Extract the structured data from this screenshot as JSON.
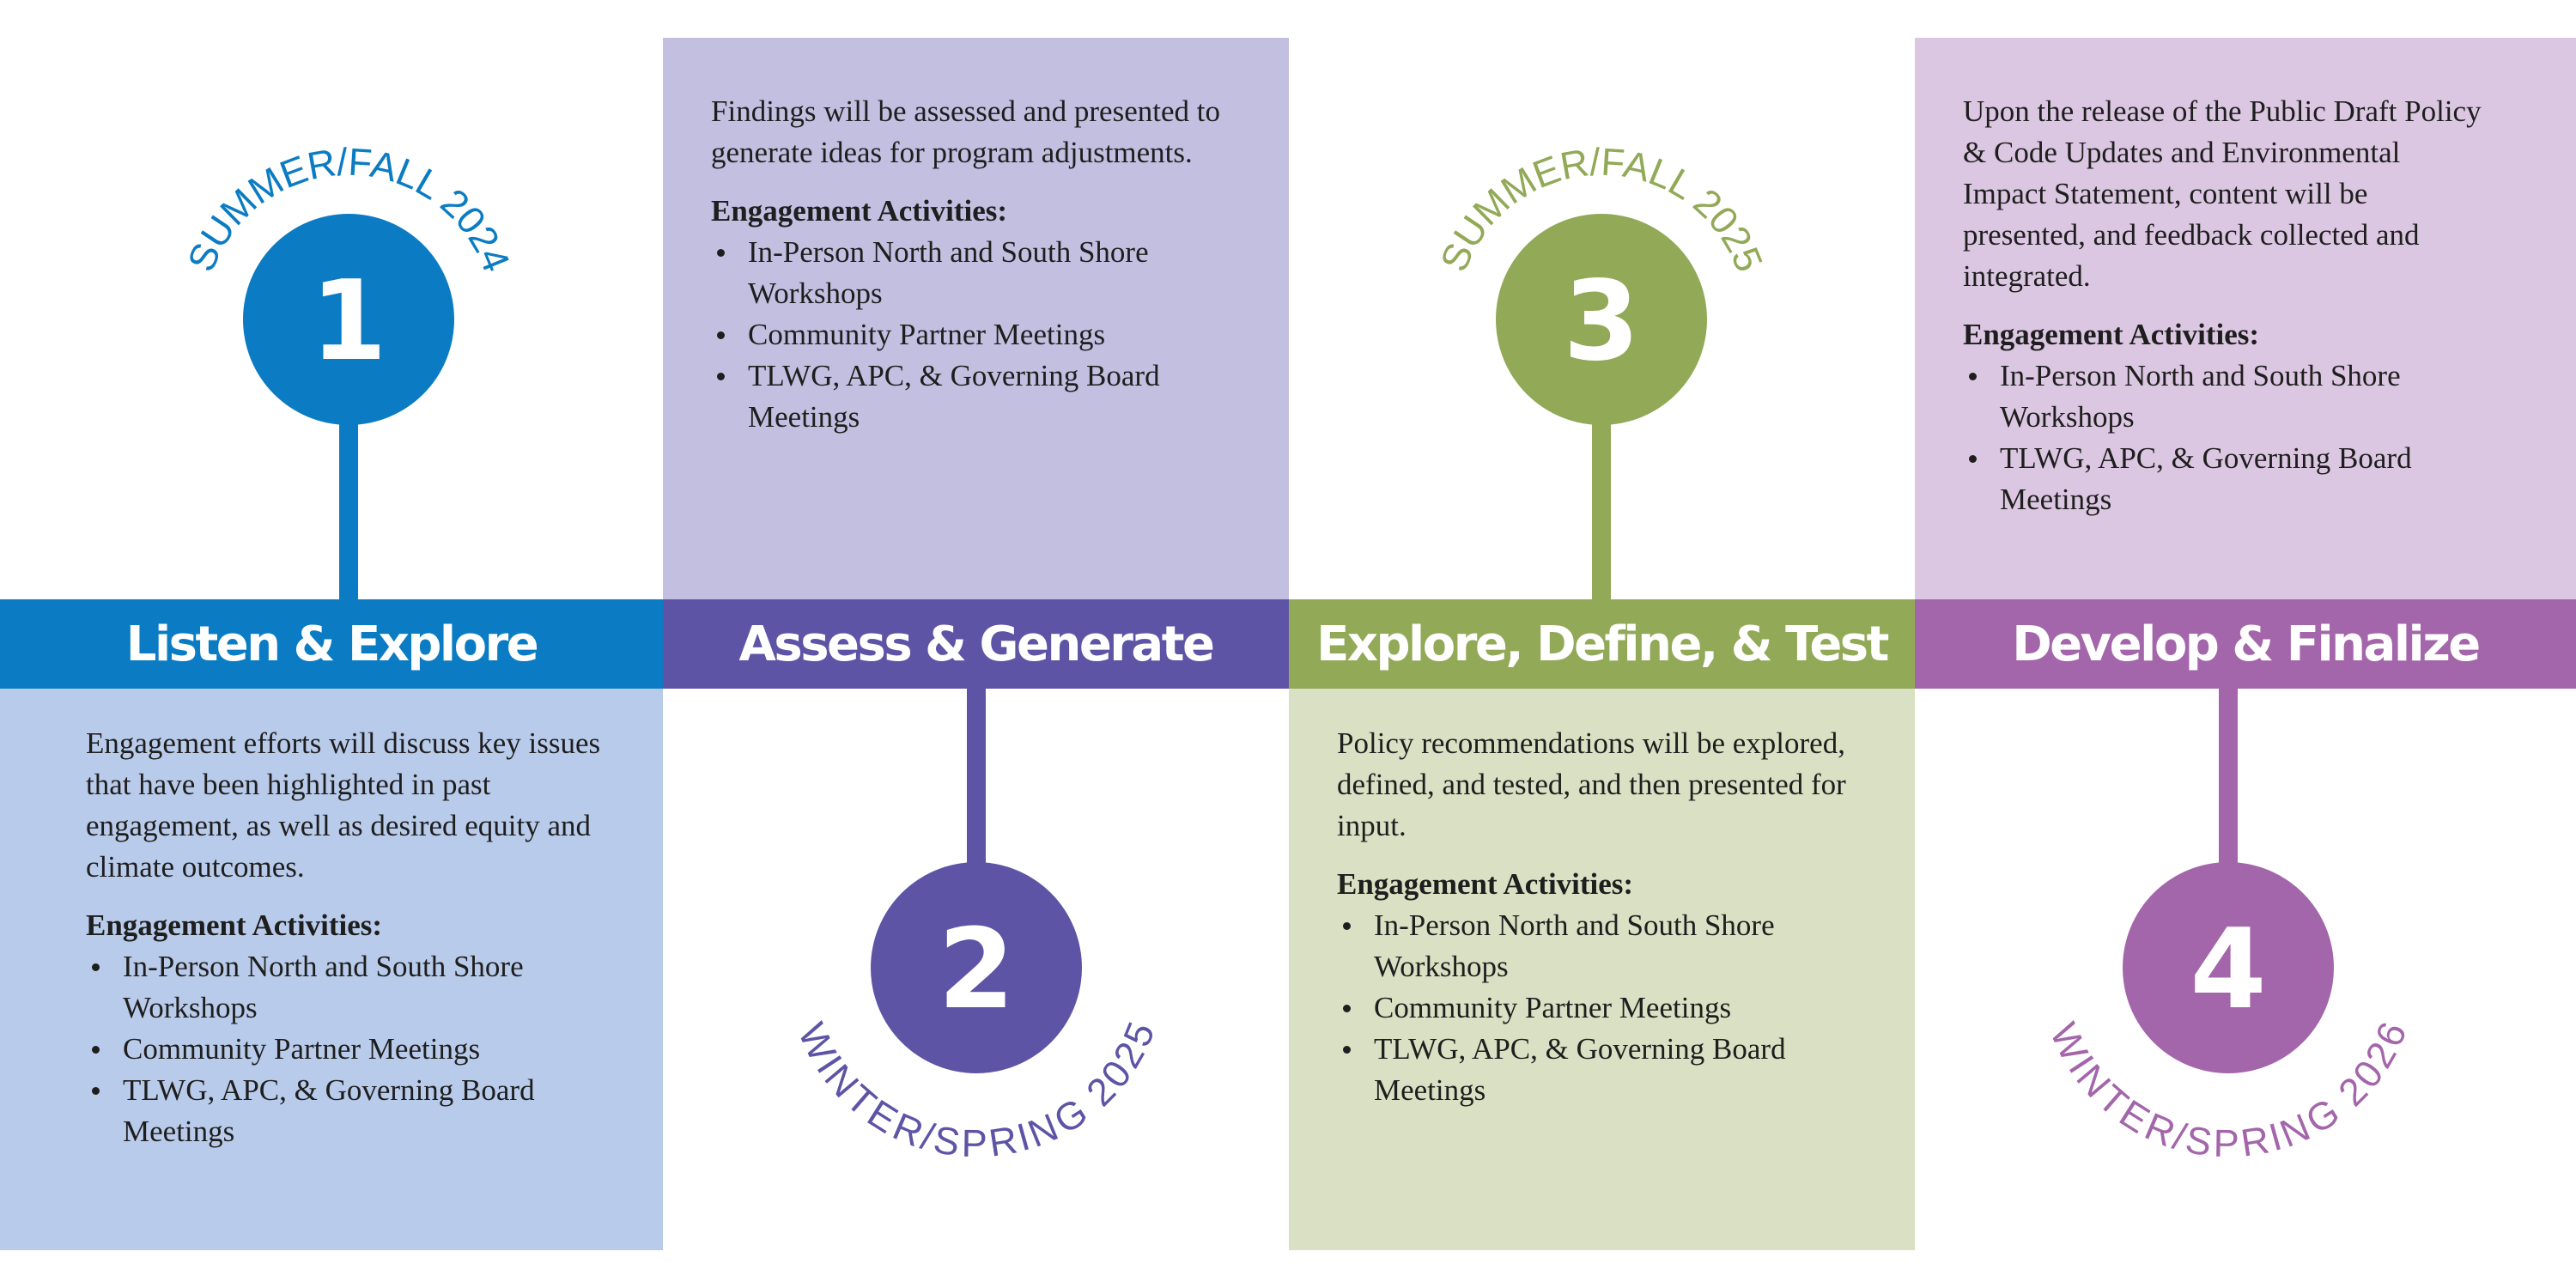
{
  "colors": {
    "phase1": "#0b7cc3",
    "phase1_panel": "#b9cbea",
    "phase2": "#5e54a6",
    "phase2_panel": "#c2bfe0",
    "phase3": "#92a957",
    "phase3_panel": "#dae0c3",
    "phase4": "#a466aa",
    "phase4_panel": "#dcc7e2",
    "text": "#1e1e1e"
  },
  "phases": [
    {
      "number": "1",
      "title": "Listen & Explore",
      "timeframe": "SUMMER/FALL 2024",
      "description": "Engagement efforts will discuss key issues that have been highlighted in past engagement, as well as desired equity and climate outcomes.",
      "activities_heading": "Engagement Activities:",
      "activities": [
        "In-Person North and South Shore Workshops",
        "Community Partner Meetings",
        "TLWG, APC, & Governing Board Meetings"
      ]
    },
    {
      "number": "2",
      "title": "Assess & Generate",
      "timeframe": "WINTER/SPRING 2025",
      "description": "Findings will be assessed and presented to generate ideas for program adjustments.",
      "activities_heading": "Engagement Activities:",
      "activities": [
        "In-Person North and South Shore Workshops",
        "Community Partner Meetings",
        "TLWG, APC, & Governing Board Meetings"
      ]
    },
    {
      "number": "3",
      "title": "Explore, Define, & Test",
      "timeframe": "SUMMER/FALL 2025",
      "description": "Policy recommendations will be explored, defined, and tested, and then presented for input.",
      "activities_heading": "Engagement Activities:",
      "activities": [
        "In-Person North and South Shore Workshops",
        "Community Partner Meetings",
        "TLWG, APC, & Governing Board Meetings"
      ]
    },
    {
      "number": "4",
      "title": "Develop & Finalize",
      "timeframe": "WINTER/SPRING 2026",
      "description": "Upon the release of the Public Draft Policy & Code Updates and Environmental Impact Statement, content will be presented, and feedback collected and integrated.",
      "activities_heading": "Engagement Activities:",
      "activities": [
        "In-Person North and South Shore Workshops",
        "TLWG, APC, & Governing Board Meetings"
      ]
    }
  ]
}
